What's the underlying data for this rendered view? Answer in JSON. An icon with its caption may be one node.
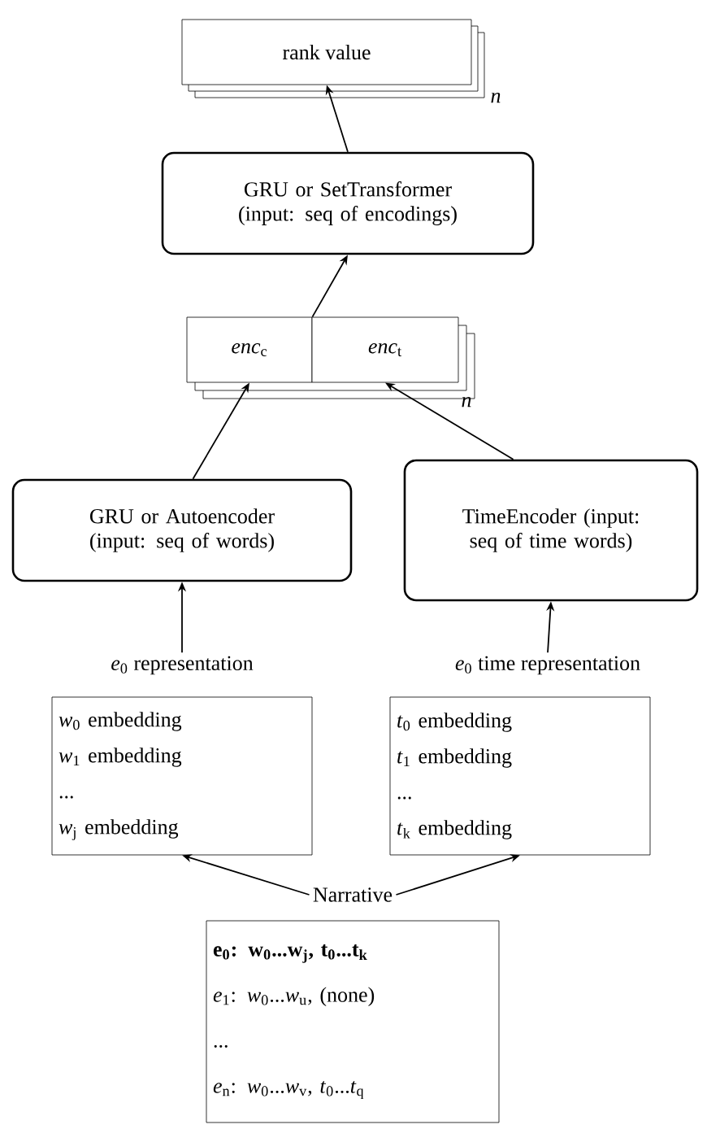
{
  "diagram": {
    "nodes": [
      {
        "text": [
          "rank value"
        ],
        "beside": [
          "*n*"
        ]
      },
      {
        "text": [
          "GRU or SetTransformer (input:  seq of encodings)"
        ]
      },
      {
        "text": [
          "*enc*$_{c}$"
        ]
      },
      {
        "text": [
          "*enc*$_{t}$"
        ],
        "beside": [
          "*n*"
        ]
      },
      {
        "text": [
          "GRU or Autoencoder (input:  seq of words)"
        ]
      },
      {
        "text": [
          "TimeEncoder (input:  seq of time words)"
        ]
      },
      {
        "text": [
          "*e*$_{0}$ representation"
        ]
      },
      {
        "text": [
          "*e*$_{0}$ time representation"
        ]
      },
      {
        "text": [
          "*w*$_{0}$ embedding",
          "*w*$_{1}$ embedding",
          "...",
          "*w*$_{j}$ embedding"
        ]
      },
      {
        "text": [
          "*t*$_{0}$ embedding",
          "*t*$_{1}$ embedding",
          "...",
          "*t*$_{k}$ embedding"
        ]
      },
      {
        "text": [
          "Narrative"
        ]
      },
      {
        "text": [
          "e$_{0}$:  w$_{0}$...w$_{j}$, t$_{0}$...t$_{k}$",
          "*e*$_{1}$:  *w*$_{0}$...*w*$_{u}$, (none)",
          "...",
          "*e*$_{n}$:  *w*$_{0}$...*w*$_{v}$, *t*$_{0}$...*t*$_{q}$"
        ]
      }
    ],
    "edges": [
      {
        "from": 1,
        "to": 0,
        "arrow": "to"
      },
      {
        "from": 2,
        "to": 1,
        "arrow": "to"
      },
      {
        "from": 4,
        "to": 2,
        "arrow": "to"
      },
      {
        "from": 5,
        "to": 3,
        "arrow": "to"
      },
      {
        "from": 6,
        "to": 4,
        "arrow": "to"
      },
      {
        "from": 7,
        "to": 5,
        "arrow": "to"
      },
      {
        "from": 10,
        "to": 8,
        "arrow": "to"
      },
      {
        "from": 10,
        "to": 9,
        "arrow": "to"
      }
    ]
  }
}
